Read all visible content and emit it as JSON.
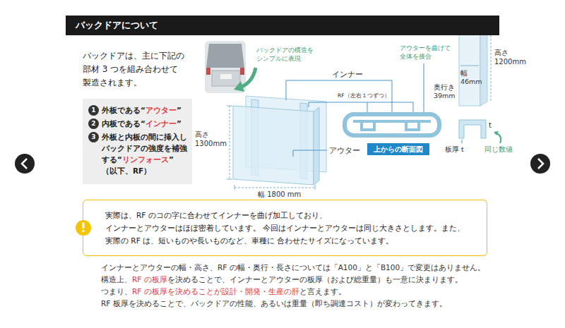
{
  "diagram": {
    "title": "バックドアについて",
    "nodes": [
      {
        "text": [
          "1",
          "外板である“",
          "アウター",
          "”",
          "2",
          "内板である“",
          "インナー",
          "”",
          "3",
          "外板と内板の間に挿入し バックドアの強度を補強 する“",
          "リンフォース",
          "” （以下、RF）"
        ]
      },
      {
        "text": [
          "実際は、RF のコの字に合わせてインナーを曲げ加工しており、インナーとアウターはほぼ密着しています。 今回はインナーとアウターは同じ大きさとします。また、実際の RF は、短いものや長いものなど、車種に 合わせたサイズになっています。"
        ]
      },
      {
        "text": [
          "上からの断面図"
        ]
      }
    ],
    "labels": [
      "バックドアは、主に下記の 部材 3 つを組み合わせて 製造されます。",
      "バックドアの構造を シンプルに表現",
      "インナー",
      "アウターを曲げて 全体を接合",
      "高さ 1200mm",
      "幅 46mm",
      "奥行き 39mm",
      "RF（左右１つずつ）",
      "高さ 1300mm",
      "t",
      "アウター",
      "板厚 t",
      "同じ数値",
      "幅 1800 mm",
      "インナーとアウターの幅・高さ、RF の幅・奥行・長さについては「A100」と「B100」で変更はありません。",
      "構造上、",
      "RF の板厚",
      "を決めることで、インナーとアウターの板厚（および総重量）も一意に決まります。",
      "つまり、",
      "RF の板厚を決めることが設計・開発・生産の肝",
      "と言えます。",
      "RF 板厚を決めることで、バックドアの性能、あるいは重量（即ち調達コスト）が変わってきます。"
    ]
  }
}
